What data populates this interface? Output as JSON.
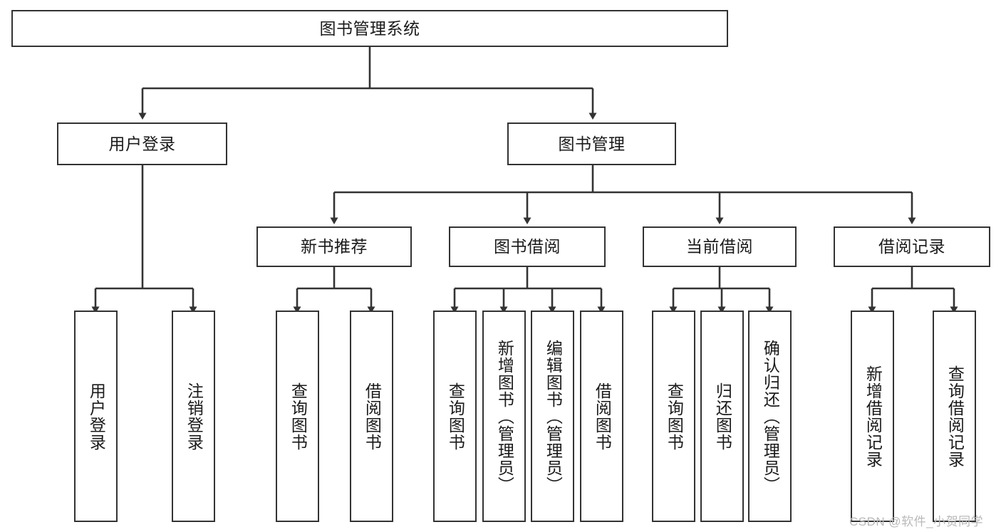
{
  "diagram": {
    "title": "图书管理系统",
    "type": "tree-hierarchy-chart",
    "stroke_color": "#333333",
    "background_color": "#ffffff",
    "levels": [
      {
        "level": 1,
        "nodes": [
          {
            "id": "root",
            "label": "图书管理系统",
            "orientation": "horizontal"
          }
        ]
      },
      {
        "level": 2,
        "nodes": [
          {
            "id": "user-login",
            "label": "用户登录",
            "orientation": "horizontal"
          },
          {
            "id": "book-manage",
            "label": "图书管理",
            "orientation": "horizontal"
          }
        ]
      },
      {
        "level": 3,
        "nodes": [
          {
            "id": "new-book-rec",
            "label": "新书推荐",
            "orientation": "horizontal"
          },
          {
            "id": "book-borrow",
            "label": "图书借阅",
            "orientation": "horizontal"
          },
          {
            "id": "current-borrow",
            "label": "当前借阅",
            "orientation": "horizontal"
          },
          {
            "id": "borrow-record",
            "label": "借阅记录",
            "orientation": "horizontal"
          }
        ]
      },
      {
        "level": 4,
        "nodes": [
          {
            "id": "leaf-user-login",
            "label": "用户登录",
            "orientation": "vertical",
            "parent": "user-login"
          },
          {
            "id": "leaf-logout",
            "label": "注销登录",
            "orientation": "vertical",
            "parent": "user-login"
          },
          {
            "id": "leaf-query-book-1",
            "label": "查询图书",
            "orientation": "vertical",
            "parent": "new-book-rec"
          },
          {
            "id": "leaf-borrow-book-1",
            "label": "借阅图书",
            "orientation": "vertical",
            "parent": "new-book-rec"
          },
          {
            "id": "leaf-query-book-2",
            "label": "查询图书",
            "orientation": "vertical",
            "parent": "book-borrow"
          },
          {
            "id": "leaf-add-book",
            "label": "新增图书（管理员）",
            "orientation": "vertical",
            "parent": "book-borrow"
          },
          {
            "id": "leaf-edit-book",
            "label": "编辑图书（管理员）",
            "orientation": "vertical",
            "parent": "book-borrow"
          },
          {
            "id": "leaf-borrow-book-2",
            "label": "借阅图书",
            "orientation": "vertical",
            "parent": "book-borrow"
          },
          {
            "id": "leaf-query-book-3",
            "label": "查询图书",
            "orientation": "vertical",
            "parent": "current-borrow"
          },
          {
            "id": "leaf-return-book",
            "label": "归还图书",
            "orientation": "vertical",
            "parent": "current-borrow"
          },
          {
            "id": "leaf-confirm-return",
            "label": "确认归还（管理员）",
            "orientation": "vertical",
            "parent": "current-borrow"
          },
          {
            "id": "leaf-add-record",
            "label": "新增借阅记录",
            "orientation": "vertical",
            "parent": "borrow-record"
          },
          {
            "id": "leaf-query-record",
            "label": "查询借阅记录",
            "orientation": "vertical",
            "parent": "borrow-record"
          }
        ]
      }
    ]
  },
  "watermark": {
    "text": "CSDN @软件_小贺同学",
    "color": "#b9b9b9"
  }
}
